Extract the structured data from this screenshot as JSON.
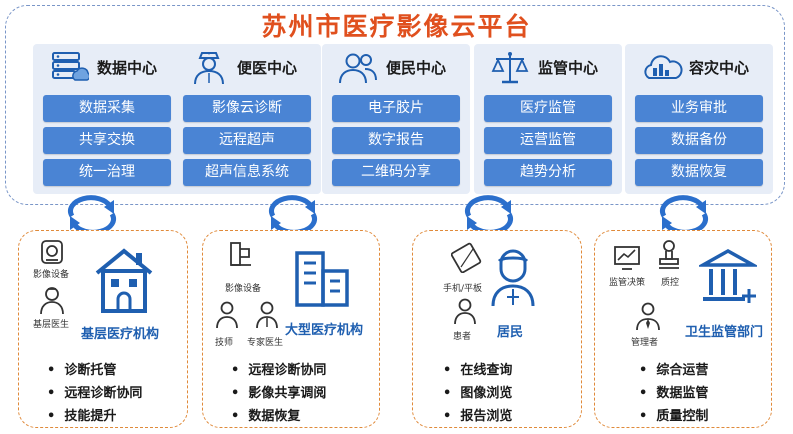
{
  "platform": {
    "title": "苏州市医疗影像云平台"
  },
  "colors": {
    "title": "#e0501e",
    "pill": "#4a84d4",
    "card": "#e7edf7",
    "org_blue": "#1f5fb0",
    "platform_border": "#7a96c8",
    "entity_border": "#e08a3a"
  },
  "centers": [
    {
      "name": "数据中心",
      "icon": "server-cloud-icon",
      "items": [
        "数据采集",
        "共享交换",
        "统一治理"
      ]
    },
    {
      "name": "便医中心",
      "icon": "doctor-icon",
      "items": [
        "影像云诊断",
        "远程超声",
        "超声信息系统"
      ]
    },
    {
      "name": "便民中心",
      "icon": "people-icon",
      "items": [
        "电子胶片",
        "数字报告",
        "二维码分享"
      ]
    },
    {
      "name": "监管中心",
      "icon": "scales-icon",
      "items": [
        "医疗监管",
        "运营监管",
        "趋势分析"
      ]
    },
    {
      "name": "容灾中心",
      "icon": "cloud-backup-icon",
      "items": [
        "业务审批",
        "数据备份",
        "数据恢复"
      ]
    }
  ],
  "entities": [
    {
      "name": "基层医疗机构",
      "labels": [
        "影像设备",
        "基层医生"
      ],
      "bullets": [
        "诊断托管",
        "远程诊断协同",
        "技能提升"
      ]
    },
    {
      "name": "大型医疗机构",
      "labels": [
        "影像设备",
        "技师",
        "专家医生"
      ],
      "bullets": [
        "远程诊断协同",
        "影像共享调阅",
        "数据恢复"
      ]
    },
    {
      "name": "居民",
      "labels": [
        "手机/平板",
        "患者"
      ],
      "bullets": [
        "在线查询",
        "图像浏览",
        "报告浏览"
      ]
    },
    {
      "name": "卫生监管部门",
      "labels": [
        "监管决策",
        "质控",
        "管理者"
      ],
      "bullets": [
        "综合运营",
        "数据监管",
        "质量控制"
      ]
    }
  ]
}
